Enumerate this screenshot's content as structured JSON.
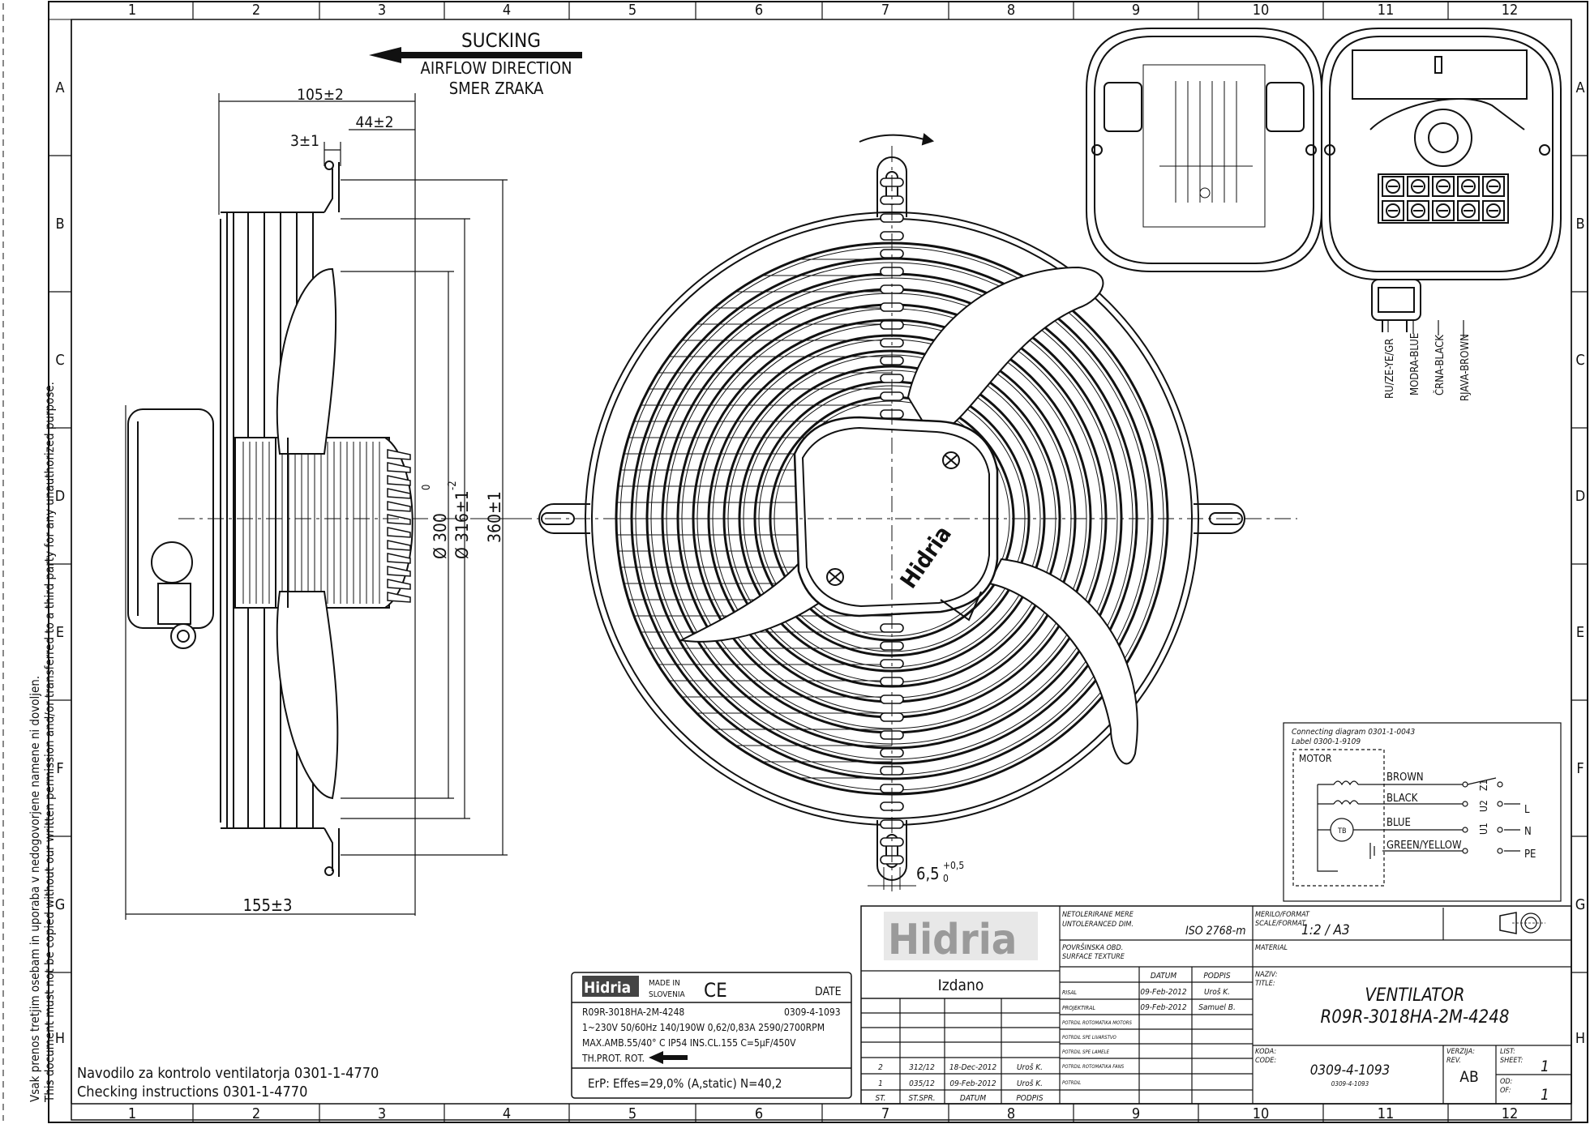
{
  "frame": {
    "col_labels": [
      "1",
      "2",
      "3",
      "4",
      "5",
      "6",
      "7",
      "8",
      "9",
      "10",
      "11",
      "12"
    ],
    "row_labels": [
      "A",
      "B",
      "C",
      "D",
      "E",
      "F",
      "G",
      "H"
    ]
  },
  "side_note": {
    "line1": "Vsak prenos tretjim osebam in uporaba v nedogovorjene namene ni dovoljen.",
    "line2": "This document must not be copied without our written permission and/or transferred to a third party for any unauthorized purpose."
  },
  "airflow": {
    "sucking": "SUCKING",
    "direction": "AIRFLOW DIRECTION",
    "smer": "SMER ZRAKA"
  },
  "dims": {
    "d105": "105±2",
    "d44": "44±2",
    "d3": "3±1",
    "d155": "155±3",
    "d300": "Ø 300",
    "d300_tol": "0",
    "d300_tol2": "-2",
    "d316": "Ø 316±1",
    "d360": "360±1",
    "d65": "6,5",
    "d65_tol": "+0,5",
    "d65_tol2": "0"
  },
  "hub_logo": "Hidria",
  "wires": [
    "RU/ZE-YE/GR",
    "MODRA-BLUE",
    "ČRNA-BLACK",
    "RJAVA-BROWN"
  ],
  "inset_labels": [
    "BROWN",
    "BLACK",
    "BLUE",
    "GREEN/YELLOW",
    "Z1",
    "U2",
    "U1",
    "L",
    "N",
    "PE",
    "MOTOR",
    "TB"
  ],
  "connect": {
    "title1": "Connecting diagram 0301-1-0043",
    "title2": "Label 0300-1-9109",
    "motor": "MOTOR",
    "brown": "BROWN",
    "black": "BLACK",
    "blue": "BLUE",
    "gy": "GREEN/YELLOW",
    "z1": "Z1",
    "u2": "U2",
    "u1": "U1",
    "l": "L",
    "n": "N",
    "pe": "PE",
    "tb": "TB"
  },
  "instructions": {
    "line1": "Navodilo za kontrolo ventilatorja 0301-1-4770",
    "line2": "Checking instructions 0301-1-4770"
  },
  "label": {
    "logo": "Hidria",
    "made_in": "MADE IN",
    "slovenia": "SLOVENIA",
    "ce": "CE",
    "date": "DATE",
    "model": "R09R-3018HA-2M-4248",
    "code": "0309-4-1093",
    "line1": "1~230V 50/60Hz 140/190W 0,62/0,83A 2590/2700RPM",
    "line2": "MAX.AMB.55/40° C IP54 INS.CL.155 C=5μF/450V",
    "line3": "TH.PROT. ROT.",
    "line4": "ErP: Effes=29,0%  (A,static)  N=40,2"
  },
  "title_block": {
    "logo": "Hidria",
    "izdano": "Izdano",
    "untol1": "NETOLERIRANE MERE",
    "untol2": "UNTOLERANCED DIM.",
    "iso": "ISO 2768-m",
    "surf1": "POVRŠINSKA OBD.",
    "surf2": "SURFACE TEXTURE",
    "scale1": "MERILO/FORMAT",
    "scale2": "SCALE/FORMAT",
    "scale_val": "1:2 / A3",
    "material": "MATERIAL",
    "datum": "DATUM",
    "podpis": "PODPIS",
    "risal": "RISAL",
    "risal_date": "09-Feb-2012",
    "risal_sig": "Uroš K.",
    "proj": "PROJEKTIRAL",
    "proj_date": "09-Feb-2012",
    "proj_sig": "Samuel B.",
    "potrdil1": "POTRDIL ROTOMATIKA MOTORS",
    "potrdil2": "POTRDIL SPE LIVARSTVO",
    "potrdil3": "POTRDIL SPE LAMELE",
    "potrdil4": "POTRDIL ROTOMATIKA FANS",
    "potrdil5": "POTRDIL",
    "naziv1": "NAZIV:",
    "naziv2": "TITLE:",
    "title1": "VENTILATOR",
    "title2": "R09R-3018HA-2M-4248",
    "koda1": "KODA:",
    "koda2": "CODE:",
    "code": "0309-4-1093",
    "code_small": "0309-4-1093",
    "verz1": "VERZIJA:",
    "verz2": "REV.",
    "rev": "AB",
    "list1": "LIST:",
    "list2": "SHEET:",
    "sheet": "1",
    "od1": "OD:",
    "od2": "OF:",
    "of": "1",
    "rev_rows": [
      {
        "st": "2",
        "stspr": "312/12",
        "datum": "18-Dec-2012",
        "podpis": "Uroš K."
      },
      {
        "st": "1",
        "stspr": "035/12",
        "datum": "09-Feb-2012",
        "podpis": "Uroš K."
      }
    ],
    "rev_head": {
      "st": "ST.",
      "stspr": "ST.SPR.",
      "datum": "DATUM",
      "podpis": "PODPIS"
    }
  }
}
